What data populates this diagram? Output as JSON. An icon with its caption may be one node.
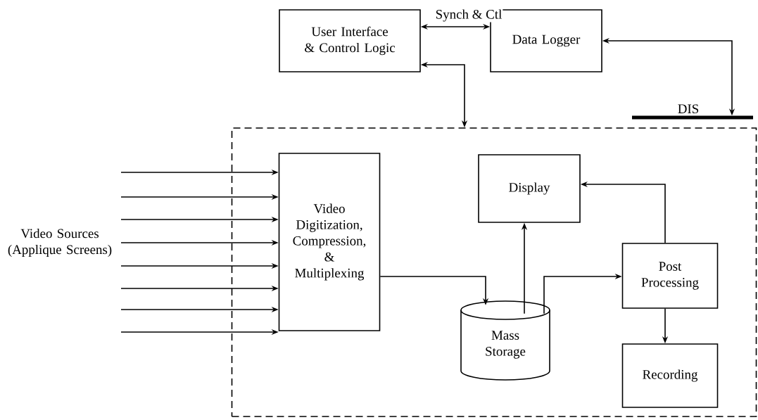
{
  "diagram": {
    "nodes": [
      {
        "text": [
          "User Interface & Control Logic"
        ]
      },
      {
        "text": [
          "Data Logger"
        ]
      },
      {
        "text": [
          "DIS"
        ]
      },
      {
        "text": [],
        "shape": "box"
      },
      {
        "text": [
          "Video Digitization, Compression, & Multiplexing"
        ],
        "in": 3
      },
      {
        "text": [
          "Display"
        ],
        "in": 3
      },
      {
        "text": [
          "Mass Storage"
        ],
        "in": 3
      },
      {
        "text": [
          "Post Processing"
        ],
        "in": 3
      },
      {
        "text": [
          "Recording"
        ],
        "in": 3
      }
    ],
    "edges": [
      {
        "from": 0,
        "to": 1,
        "arrow": "both",
        "label": "Synch & Ctl"
      },
      {
        "from": 1,
        "to": 2,
        "arrow": "both"
      },
      {
        "from": 0,
        "to": 3,
        "arrow": "both"
      },
      {
        "from": 4,
        "to": 6,
        "arrow": "to"
      },
      {
        "from": 6,
        "to": 5,
        "arrow": "to"
      },
      {
        "from": 6,
        "to": 7,
        "arrow": "to"
      },
      {
        "from": 7,
        "to": 5,
        "arrow": "to"
      },
      {
        "from": 7,
        "to": 8,
        "arrow": "to"
      },
      {
        "from": null,
        "to": 4,
        "arrow": "to"
      },
      {
        "from": null,
        "to": 4,
        "arrow": "to"
      },
      {
        "from": null,
        "to": 4,
        "arrow": "to"
      },
      {
        "from": null,
        "to": 4,
        "arrow": "to"
      },
      {
        "from": null,
        "to": 4,
        "arrow": "to"
      },
      {
        "from": null,
        "to": 4,
        "arrow": "to"
      },
      {
        "from": null,
        "to": 4,
        "arrow": "to"
      },
      {
        "from": null,
        "to": 4,
        "arrow": "to"
      }
    ],
    "labels": [
      "Video Sources (Applique Screens)"
    ]
  }
}
